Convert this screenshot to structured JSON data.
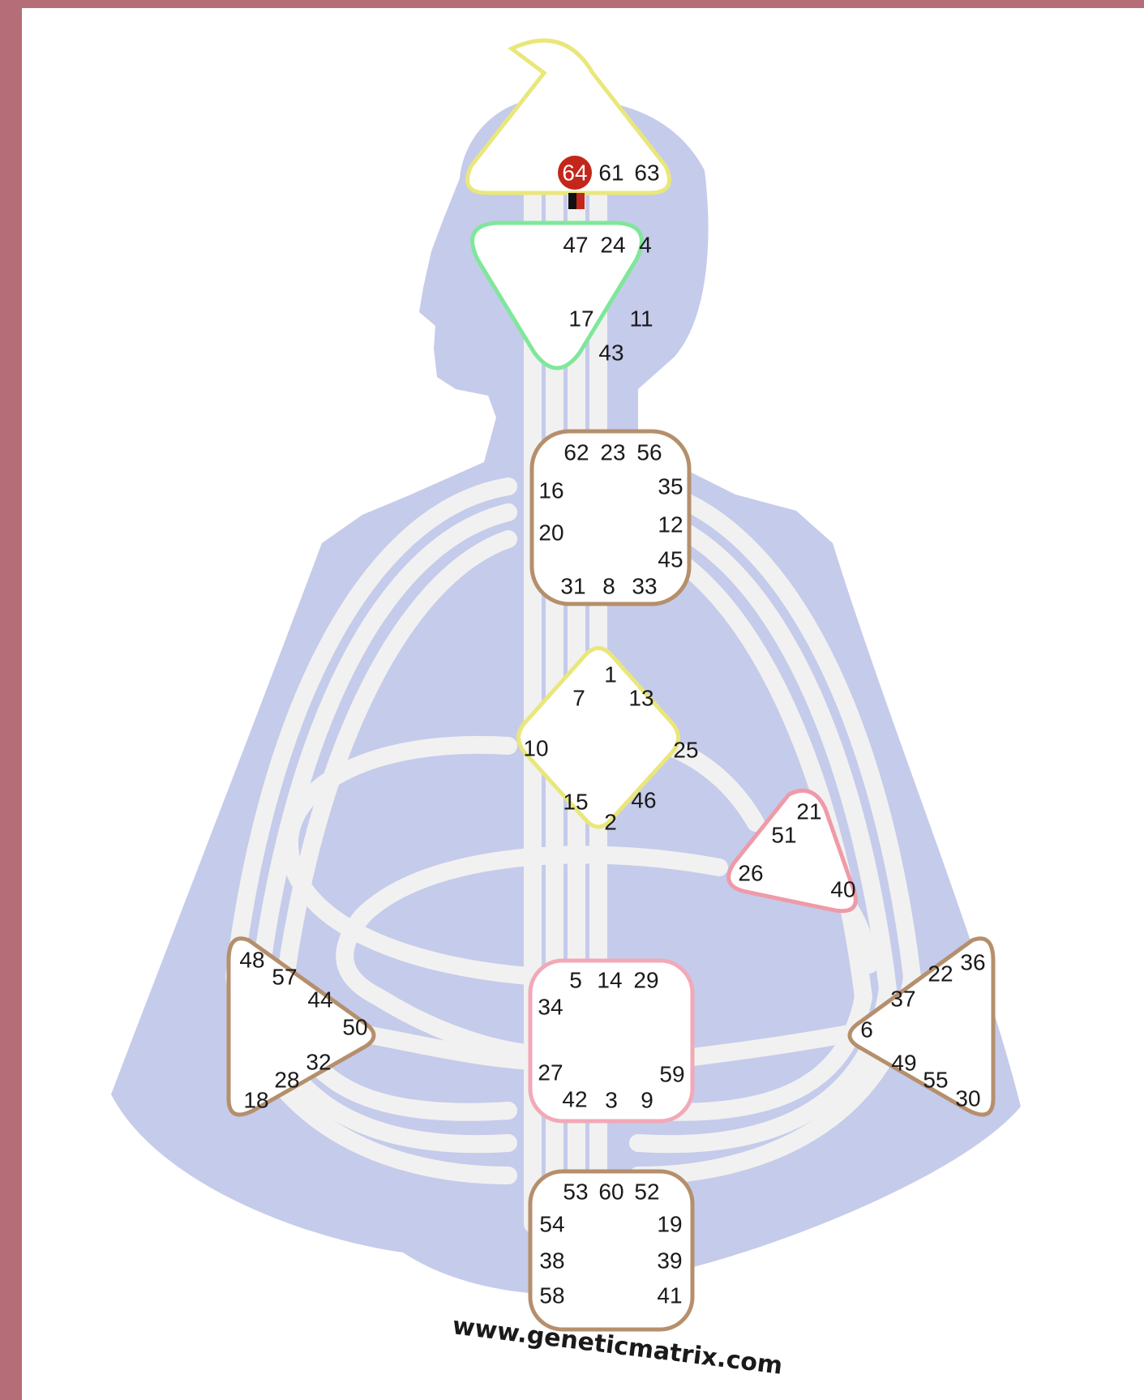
{
  "colors": {
    "frame": "#b56d77",
    "background": "#ffffff",
    "silhouette": "#c5cbea",
    "channel": "#f1f1f1",
    "center_fill": "#ffffff",
    "head_border": "#e9e77a",
    "ajna_border": "#7fe79a",
    "throat_border": "#b58f6c",
    "g_border": "#e9e77a",
    "heart_border": "#ef9aa8",
    "sacral_border": "#f2a9b7",
    "spleen_border": "#b58f6c",
    "solar_plexus_border": "#b58f6c",
    "root_border": "#b58f6c",
    "active_gate": "#c3261b",
    "marker_dark": "#111111",
    "marker_red": "#c3261b"
  },
  "centers": {
    "head": {
      "name": "head",
      "gates": [
        "64",
        "61",
        "63"
      ],
      "active_gates": [
        "64"
      ]
    },
    "ajna": {
      "name": "ajna",
      "gates": [
        "47",
        "24",
        "4",
        "17",
        "11",
        "43"
      ]
    },
    "throat": {
      "name": "throat",
      "gates": [
        "62",
        "23",
        "56",
        "16",
        "35",
        "20",
        "12",
        "45",
        "31",
        "8",
        "33"
      ]
    },
    "g": {
      "name": "g",
      "gates": [
        "1",
        "7",
        "13",
        "10",
        "25",
        "15",
        "46",
        "2"
      ]
    },
    "heart": {
      "name": "heart",
      "gates": [
        "21",
        "51",
        "26",
        "40"
      ]
    },
    "sacral": {
      "name": "sacral",
      "gates": [
        "5",
        "14",
        "29",
        "34",
        "27",
        "59",
        "42",
        "3",
        "9"
      ]
    },
    "spleen": {
      "name": "spleen",
      "gates": [
        "48",
        "57",
        "44",
        "50",
        "32",
        "28",
        "18"
      ]
    },
    "solar_plexus": {
      "name": "solar-plexus",
      "gates": [
        "36",
        "22",
        "37",
        "6",
        "49",
        "55",
        "30"
      ]
    },
    "root": {
      "name": "root",
      "gates": [
        "53",
        "60",
        "52",
        "54",
        "19",
        "38",
        "39",
        "58",
        "41"
      ]
    }
  },
  "footer": {
    "url": "www.geneticmatrix.com"
  }
}
